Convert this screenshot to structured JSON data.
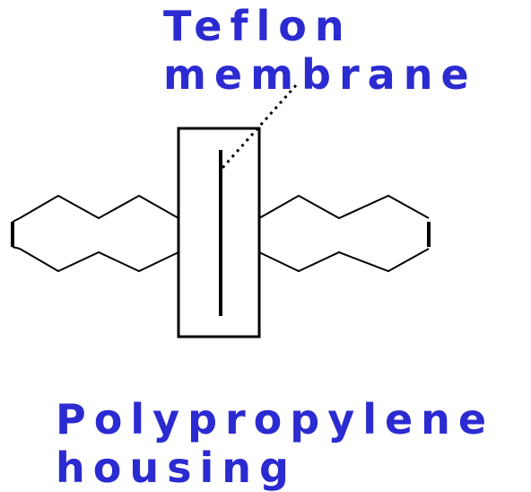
{
  "labels": {
    "membrane_line1": "Teflon",
    "membrane_line2": "membrane",
    "housing_line1": "Polypropylene",
    "housing_line2": "housing"
  },
  "colors": {
    "label_text": "#2b2bd1",
    "line": "#000000",
    "background": "#ffffff"
  }
}
